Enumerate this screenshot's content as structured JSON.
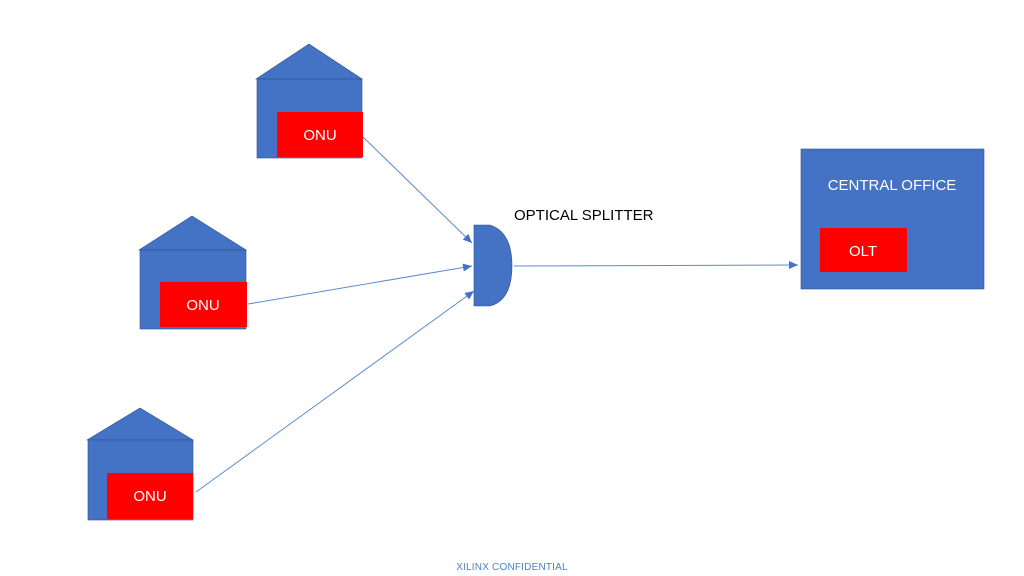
{
  "diagram": {
    "houses": [
      {
        "label": "ONU"
      },
      {
        "label": "ONU"
      },
      {
        "label": "ONU"
      }
    ],
    "splitter_label": "OPTICAL SPLITTER",
    "office": {
      "title": "CENTRAL OFFICE",
      "device_label": "OLT"
    }
  },
  "colors": {
    "blue": "#4472c4",
    "red": "#ff0000",
    "line": "#5b8bd0",
    "footer": "#4f81bd"
  },
  "footer": "XILINX  CONFIDENTIAL"
}
